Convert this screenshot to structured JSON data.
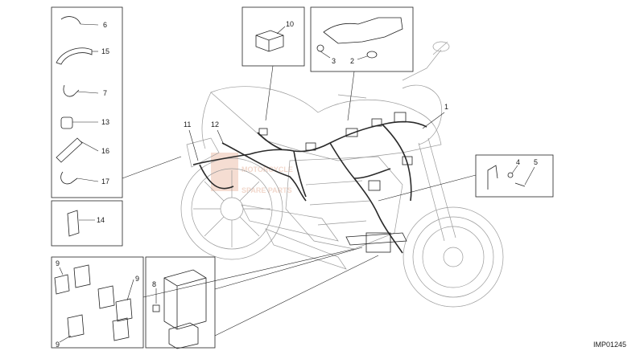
{
  "drawing_ref": "IMP01245",
  "watermark": {
    "line1": "MOTORCYCLE",
    "line2": "SPARE PARTS",
    "color": "#e08a66"
  },
  "callouts": {
    "c1": "1",
    "c2": "2",
    "c3": "3",
    "c4": "4",
    "c5": "5",
    "c6": "6",
    "c7": "7",
    "c8": "8",
    "c9a": "9",
    "c9b": "9",
    "c9c": "9",
    "c10": "10",
    "c11": "11",
    "c12": "12",
    "c13": "13",
    "c14": "14",
    "c15": "15",
    "c16": "16",
    "c17": "17"
  }
}
